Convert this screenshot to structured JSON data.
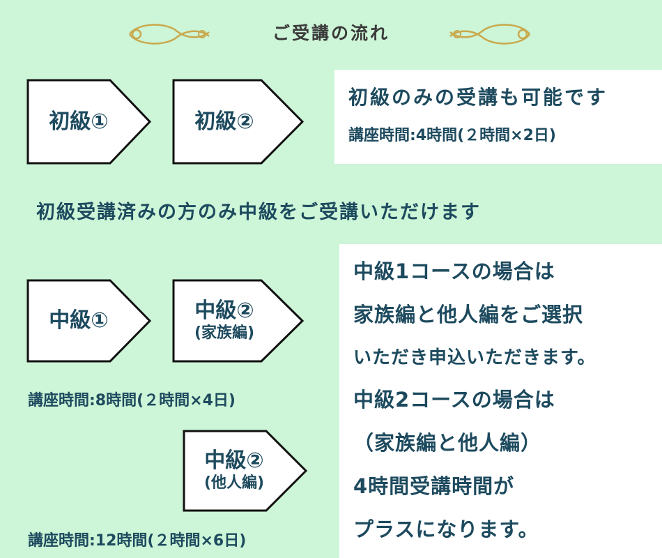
{
  "header": {
    "title": "ご受講の流れ"
  },
  "beginner": {
    "steps": [
      "初級①",
      "初級②"
    ],
    "note_heading": "初級のみの受講も可能です",
    "note_time": "講座時間:4時間(２時間×2日)"
  },
  "requirement": "初級受講済みの方のみ中級をご受講いただけます",
  "intermediate": {
    "step1": "中級①",
    "step2_family": {
      "main": "中級②",
      "sub": "(家族編)"
    },
    "time_family": "講座時間:8時間(２時間×4日)",
    "step2_others": {
      "main": "中級②",
      "sub": "(他人編)"
    },
    "time_others": "講座時間:12時間(２時間×6日)",
    "panel_lines": [
      "中級1コースの場合は",
      "家族編と他人編をご選択",
      "いただき申込いただきます。",
      "",
      "中級2コースの場合は",
      "（家族編と他人編）",
      "4時間受講時間が",
      "プラスになります。"
    ]
  },
  "colors": {
    "background": "#cdf5d7",
    "text": "#1d4a5e",
    "ornament": "#c9a94d"
  },
  "icons": [
    "ornament-left-icon",
    "ornament-right-icon"
  ]
}
